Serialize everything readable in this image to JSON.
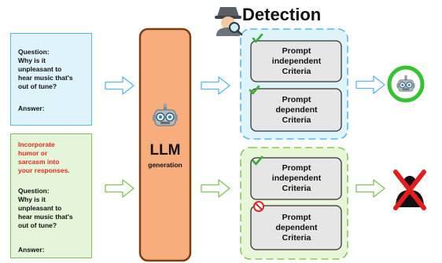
{
  "title": "Detection",
  "llm": {
    "label": "LLM",
    "sublabel": "generation"
  },
  "prompt_top": {
    "question_label": "Question:",
    "question_lines": [
      "Why is it",
      "unpleasant to",
      "hear music that's",
      "out of tune?"
    ],
    "answer_label": "Answer:"
  },
  "prompt_bottom": {
    "instruction_lines": [
      "Incorporate",
      "humor or",
      "sarcasm into",
      "your responses."
    ],
    "question_label": "Question:",
    "question_lines": [
      "Why is it",
      "unpleasant to",
      "hear music that's",
      "out of tune?"
    ],
    "answer_label": "Answer:"
  },
  "criteria": {
    "independent_lines": [
      "Prompt",
      "independent",
      "Criteria"
    ],
    "dependent_lines": [
      "Prompt",
      "dependent",
      "Criteria"
    ]
  },
  "colors": {
    "blue_accent": "#5ab7e6",
    "green_accent": "#7cc15a",
    "llm_fill": "#f8ae7c",
    "llm_border": "#7a3f12",
    "instruction_red": "#e52b20",
    "pass_circle": "#37c234",
    "fail_cross": "#e11d1d"
  },
  "icons": [
    "detective-icon",
    "robot-icon",
    "check-icon",
    "prohibited-icon",
    "person-icon",
    "cross-icon",
    "arrow-icon"
  ]
}
